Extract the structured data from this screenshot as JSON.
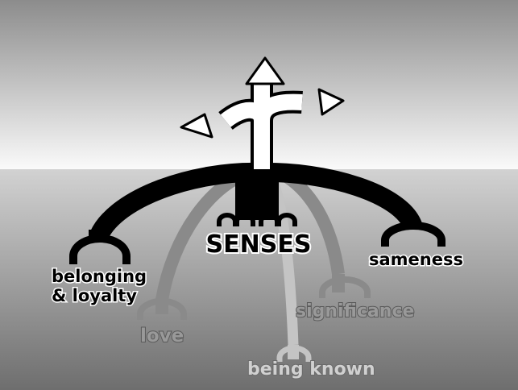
{
  "diagram": {
    "center_label": "SENSES",
    "outputs": [
      {
        "id": "belonging",
        "lines": [
          "belonging",
          "& loyalty"
        ],
        "color": "#000000"
      },
      {
        "id": "sameness",
        "lines": [
          "sameness"
        ],
        "color": "#000000"
      },
      {
        "id": "love",
        "lines": [
          "love"
        ],
        "color": "#8a8a8a"
      },
      {
        "id": "significance",
        "lines": [
          "significance"
        ],
        "color": "#8a8a8a"
      },
      {
        "id": "being-known",
        "lines": [
          "being known"
        ],
        "color": "#c4c4c4"
      }
    ]
  }
}
